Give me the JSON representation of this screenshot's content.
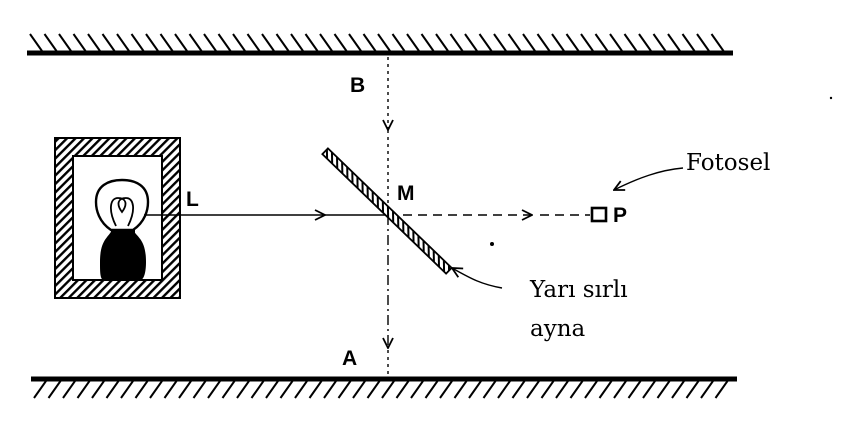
{
  "labels": {
    "B": "B",
    "A": "A",
    "L": "L",
    "M": "M",
    "P": "P"
  },
  "annotations": {
    "fotosel": "Fotosel",
    "half_mirror_line1": "Yarı sırlı",
    "half_mirror_line2": "ayna"
  },
  "colors": {
    "ink": "#000000",
    "background": "#ffffff"
  }
}
